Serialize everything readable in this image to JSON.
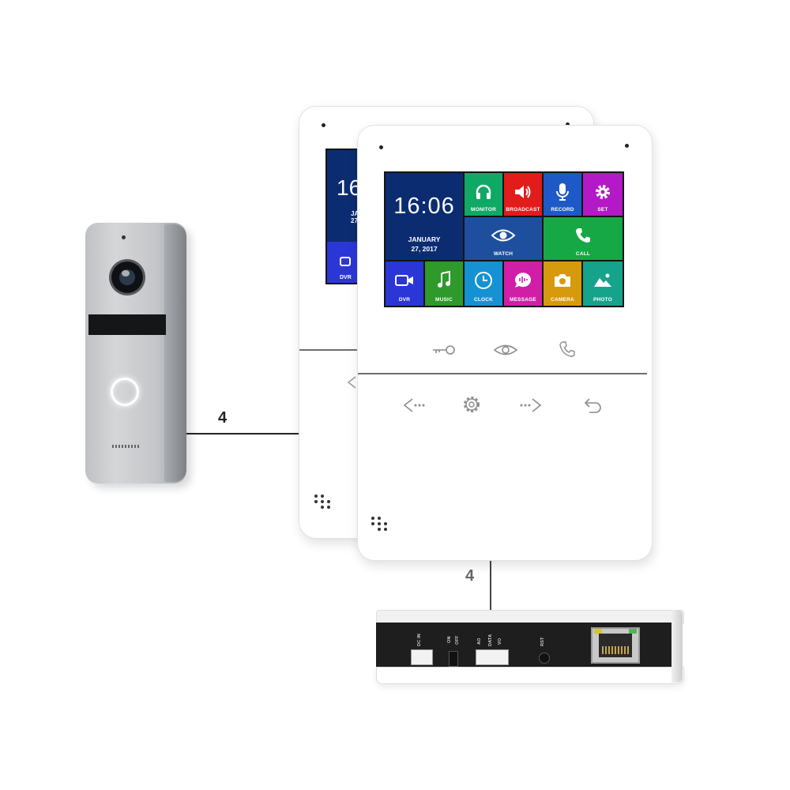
{
  "wires": {
    "door_to_monitor": "4",
    "monitor_to_box": "4"
  },
  "back_monitor": {
    "time": "16",
    "date": "JA 27",
    "dvr_label": "DVR"
  },
  "screen": {
    "time": "16:06",
    "date_line1": "JANUARY",
    "date_line2": "27, 2017",
    "tiles": {
      "monitor": {
        "label": "MONITOR",
        "color": "#10a865",
        "icon": "headphones-icon"
      },
      "broadcast": {
        "label": "BROADCAST",
        "color": "#e21b1b",
        "icon": "speaker-icon"
      },
      "record": {
        "label": "RECORD",
        "color": "#1d5ac8",
        "icon": "microphone-icon"
      },
      "set": {
        "label": "SET",
        "color": "#b319c6",
        "icon": "gear-icon"
      },
      "watch": {
        "label": "WATCH",
        "color": "#1e4f9f",
        "icon": "eye-icon"
      },
      "call": {
        "label": "CALL",
        "color": "#16a844",
        "icon": "phone-icon"
      },
      "dvr": {
        "label": "DVR",
        "color": "#2b36d6",
        "icon": "video-camera-icon"
      },
      "music": {
        "label": "MUSIC",
        "color": "#2e9a2b",
        "icon": "music-note-icon"
      },
      "clock": {
        "label": "CLOCK",
        "color": "#1592d3",
        "icon": "clock-icon"
      },
      "message": {
        "label": "MESSAGE",
        "color": "#d01fa6",
        "icon": "message-icon"
      },
      "camera": {
        "label": "CAMERA",
        "color": "#d79a0c",
        "icon": "camera-icon"
      },
      "photo": {
        "label": "PHOTO",
        "color": "#16a38c",
        "icon": "photo-icon"
      }
    }
  },
  "hardware_buttons": [
    "key-icon",
    "eye-icon",
    "phone-icon",
    "arrow-left-icon",
    "gear-icon",
    "arrow-right-icon",
    "return-icon"
  ],
  "power_box": {
    "dc_in": "DC IN",
    "on": "ON",
    "off": "OFF",
    "ao": "AO",
    "data": "DATA",
    "vo": "VO",
    "rst": "RST"
  }
}
